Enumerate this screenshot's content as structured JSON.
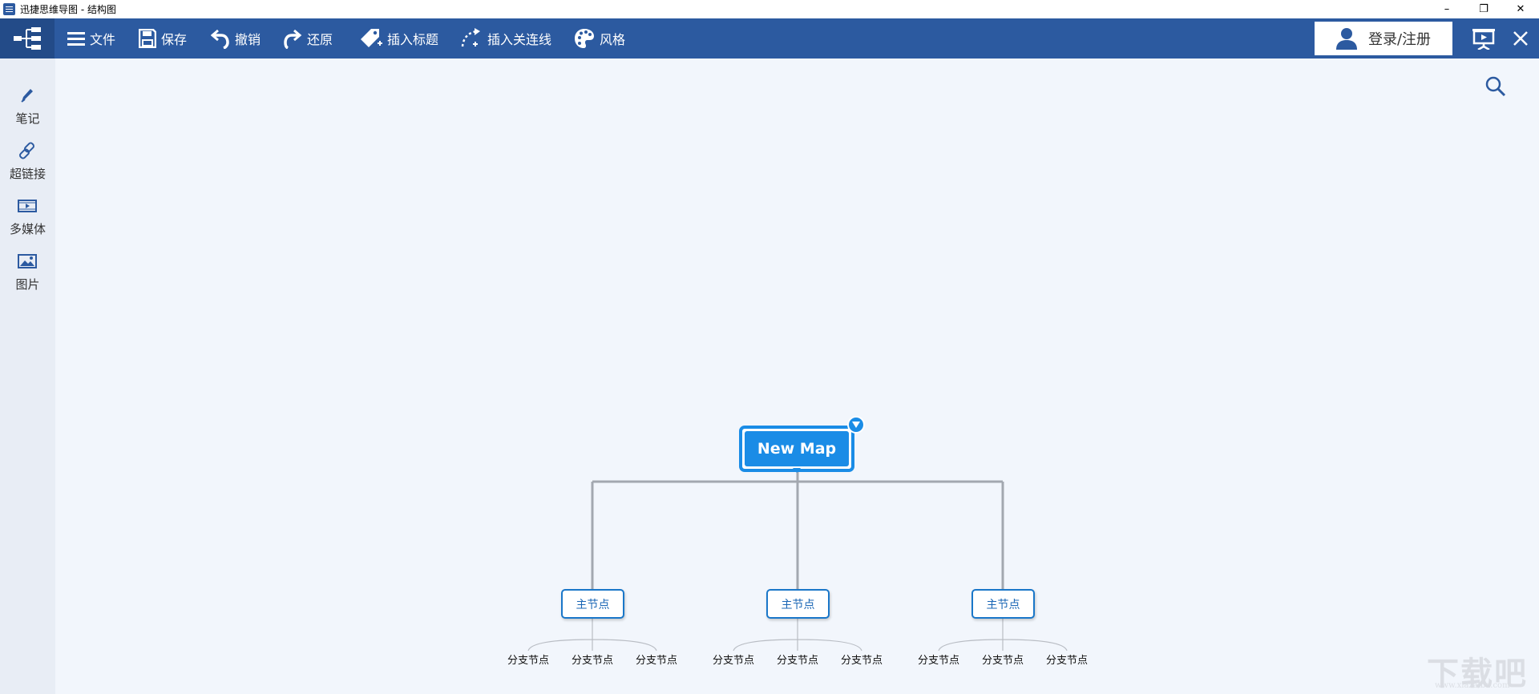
{
  "window": {
    "title": "迅捷思维导图 - 结构图",
    "minimize": "–",
    "restore": "❐",
    "close": "✕"
  },
  "toolbar": {
    "logo_icon": "mindmap-logo-icon",
    "items": [
      {
        "label": "文件",
        "icon": "menu-icon"
      },
      {
        "label": "保存",
        "icon": "save-icon"
      },
      {
        "label": "撤销",
        "icon": "undo-icon"
      },
      {
        "label": "还原",
        "icon": "redo-icon"
      },
      {
        "label": "插入标题",
        "icon": "tag-icon"
      },
      {
        "label": "插入关连线",
        "icon": "relation-line-icon"
      },
      {
        "label": "风格",
        "icon": "palette-icon"
      }
    ],
    "login_label": "登录/注册",
    "accent": "#2c5aa0"
  },
  "sidebar": {
    "items": [
      {
        "label": "笔记",
        "icon": "pencil-icon"
      },
      {
        "label": "超链接",
        "icon": "link-icon"
      },
      {
        "label": "多媒体",
        "icon": "video-icon"
      },
      {
        "label": "图片",
        "icon": "image-icon"
      }
    ]
  },
  "mindmap": {
    "root": "New Map",
    "node_color": "#1a8ce6",
    "main_nodes": [
      {
        "label": "主节点",
        "children": [
          "分支节点",
          "分支节点",
          "分支节点"
        ]
      },
      {
        "label": "主节点",
        "children": [
          "分支节点",
          "分支节点",
          "分支节点"
        ]
      },
      {
        "label": "主节点",
        "children": [
          "分支节点",
          "分支节点",
          "分支节点"
        ]
      }
    ]
  },
  "watermark": {
    "text": "下载吧",
    "url": "www.xiazaiba.com"
  }
}
